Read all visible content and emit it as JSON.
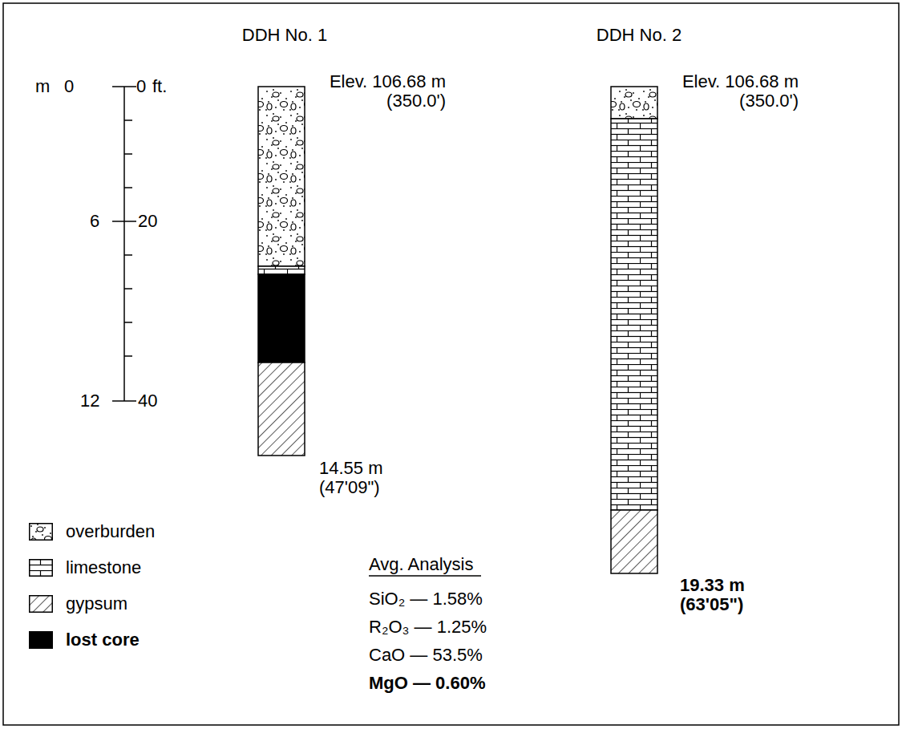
{
  "diagram": {
    "nodes": [
      {
        "text": [
          "DDH No. 1",
          "Elev. 106.68 m (350.0')",
          "14.55 m (47'09\")"
        ]
      },
      {
        "text": [
          "DDH No. 2",
          "Elev. 106.68 m (350.0')",
          "19.33 m (63'05\")"
        ]
      }
    ],
    "labels": [
      "m",
      "0",
      "0",
      "ft.",
      "6",
      "20",
      "12",
      "40",
      "Avg. Analysis",
      "SiO₂ — 1.58%",
      "R₂O₃ — 1.25%",
      "CaO — 53.5%",
      "MgO — 0.60%"
    ],
    "legend": [
      {
        "text": "overburden"
      },
      {
        "text": "limestone"
      },
      {
        "text": "gypsum"
      },
      {
        "text": "lost core",
        "color": "#000000"
      }
    ]
  }
}
